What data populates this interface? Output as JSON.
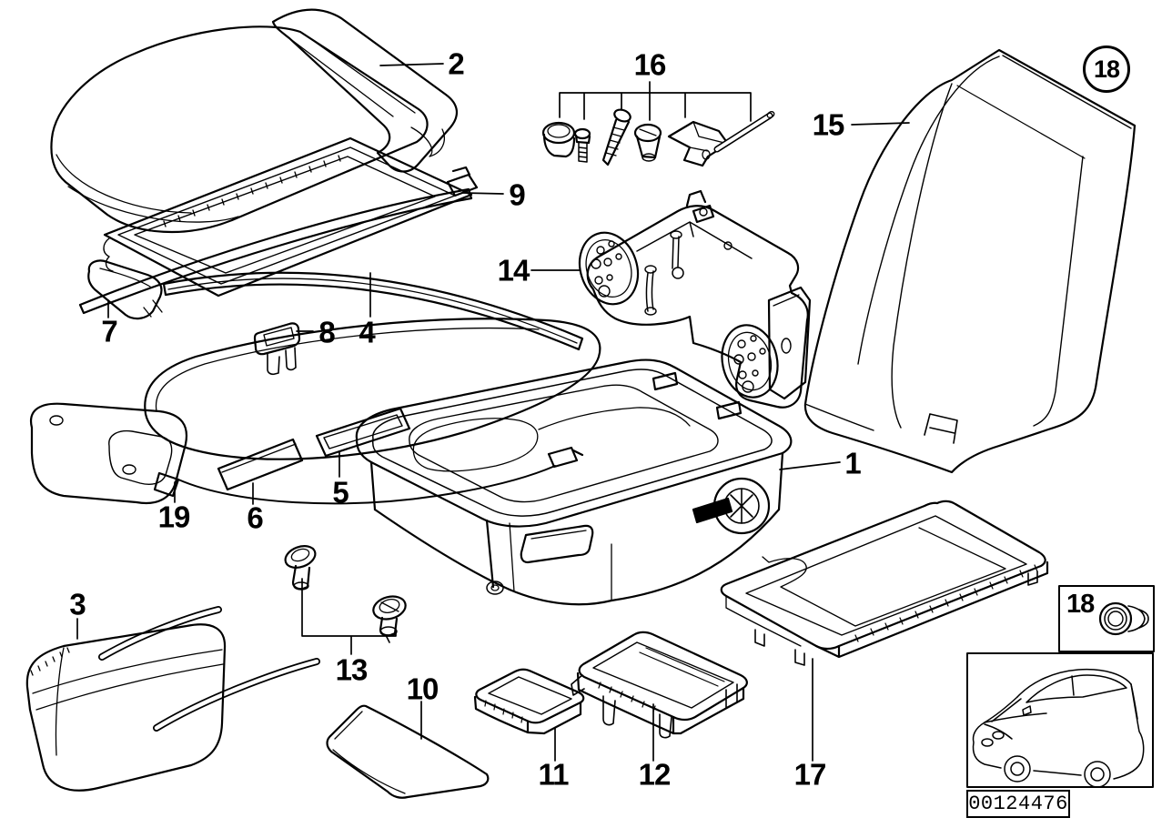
{
  "diagram": {
    "background": "#ffffff",
    "line_color": "#000000",
    "callouts": [
      "1",
      "2",
      "3",
      "4",
      "5",
      "6",
      "7",
      "8",
      "9",
      "10",
      "11",
      "12",
      "13",
      "14",
      "15",
      "16",
      "17",
      "19"
    ],
    "badge": {
      "label": "18"
    },
    "detail_box": {
      "label": "18"
    },
    "plate": {
      "part_number": "00124476"
    }
  }
}
